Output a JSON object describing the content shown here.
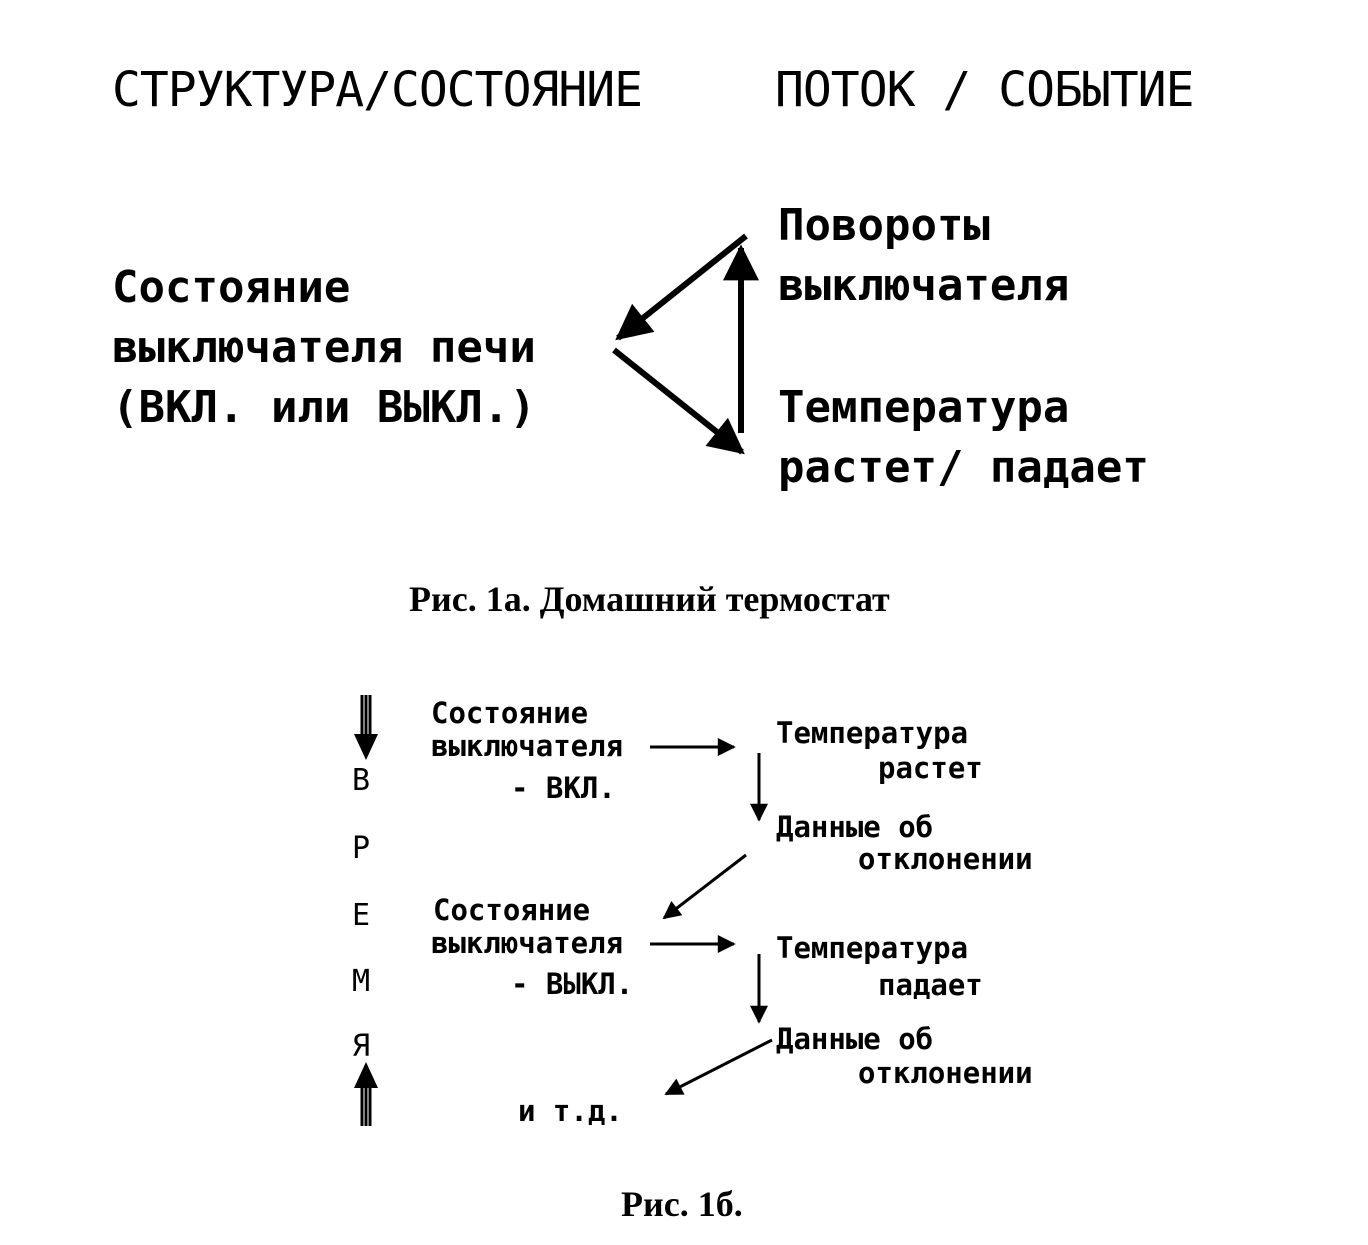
{
  "heading": {
    "left": "СТРУКТУРА/СОСТОЯНИЕ",
    "right": "ПОТОК / СОБЫТИЕ"
  },
  "fig1a": {
    "state": [
      "Состояние",
      "выключателя печи",
      "(ВКЛ. или ВЫКЛ.)"
    ],
    "turns": [
      "Повороты",
      "выключателя"
    ],
    "temperature": [
      "Температура",
      "растет/ падает"
    ],
    "caption": "Рис. 1а. Домашний термостат"
  },
  "fig1b": {
    "time_letters": [
      "В",
      "Р",
      "Е",
      "М",
      "Я"
    ],
    "state_on": [
      "Состояние",
      "выключателя",
      "- ВКЛ."
    ],
    "temp_rises": [
      "Температура",
      "растет"
    ],
    "deviation1": [
      "Данные об",
      "отклонении"
    ],
    "state_off": [
      "Состояние",
      "выключателя",
      "- ВЫКЛ."
    ],
    "temp_falls": [
      "Температура",
      "падает"
    ],
    "deviation2": [
      "Данные об",
      "отклонении"
    ],
    "etc": "и т.д.",
    "caption": "Рис. 1б."
  }
}
